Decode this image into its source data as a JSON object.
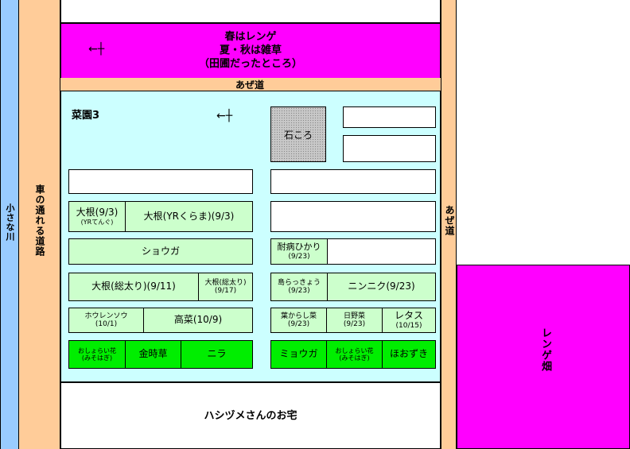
{
  "labels": {
    "river": "小さな川",
    "road": "車の通れる道路",
    "azemichi": "あぜ道",
    "azemichi_right": "あぜ道",
    "renge_field": "レンゲ畑",
    "house": "ハシヅメさんのお宅",
    "spring_line1": "春はレンゲ",
    "spring_line2": "夏・秋は雑草",
    "spring_line3": "（田圃だったところ）",
    "garden_title": "菜園3",
    "stone": "石ころ",
    "arrow": "←┼"
  },
  "beds": {
    "row_daikon": [
      {
        "name": "大根(9/3)",
        "note": "(YRてんぐ)"
      },
      {
        "name": "大根(YRくらま)(9/3)",
        "note": ""
      }
    ],
    "shouga": "ショウガ",
    "taibyou": {
      "name": "耐病ひかり",
      "note": "(9/23)"
    },
    "row_futo": [
      {
        "name": "大根(総太り)(9/11)",
        "note": ""
      },
      {
        "name": "大根(総太り)",
        "note": "(9/17)"
      }
    ],
    "row_ninniku": [
      {
        "name": "島らっきょう",
        "note": "(9/23)"
      },
      {
        "name": "ニンニク(9/23)",
        "note": ""
      }
    ],
    "row_hourensou": [
      {
        "name": "ホウレンソウ",
        "note": "(10/1)"
      },
      {
        "name": "高菜(10/9)",
        "note": ""
      }
    ],
    "row_lettuce": [
      {
        "name": "葉からし菜",
        "note": "(9/23)"
      },
      {
        "name": "日野菜",
        "note": "(9/23)"
      },
      {
        "name": "レタス",
        "note": "(10/15)"
      }
    ],
    "row_green_left": [
      {
        "name": "おしょらい花",
        "note": "(みそはぎ)"
      },
      {
        "name": "金時草",
        "note": ""
      },
      {
        "name": "ニラ",
        "note": ""
      }
    ],
    "row_green_right": [
      {
        "name": "ミョウガ",
        "note": ""
      },
      {
        "name": "おしょらい花",
        "note": "(みそはぎ)"
      },
      {
        "name": "ほおずき",
        "note": ""
      }
    ]
  }
}
